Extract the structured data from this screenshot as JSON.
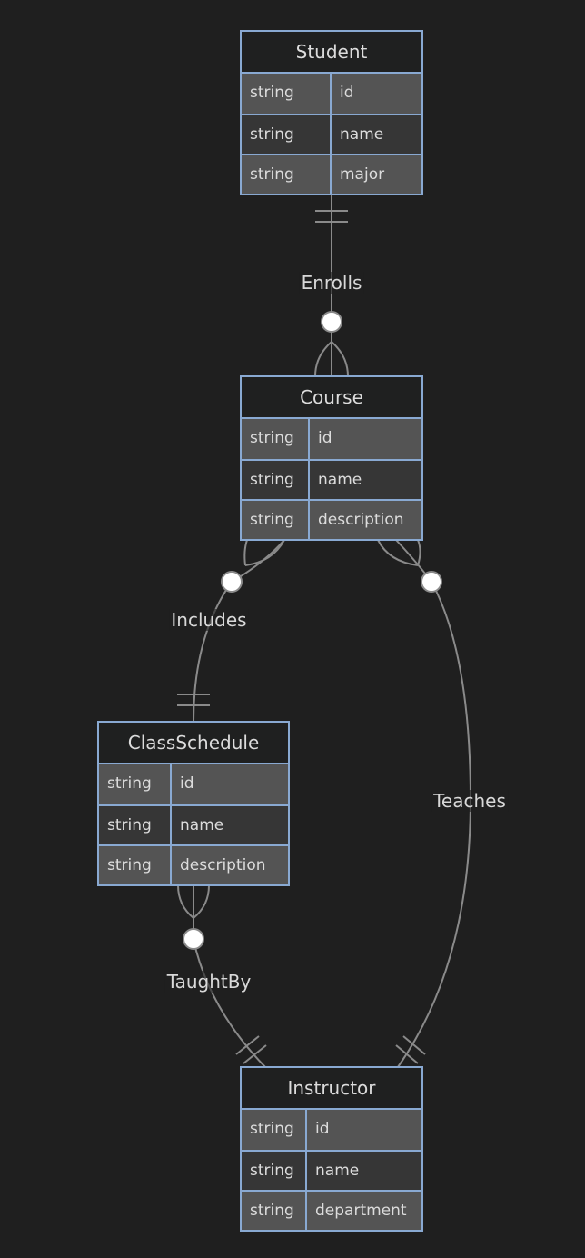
{
  "diagram": {
    "type": "entity-relationship",
    "colors": {
      "background": "#1f1f1f",
      "entity_border": "#89a9d2",
      "line": "#8a8a8a",
      "text": "#dcdcdc"
    },
    "entities": [
      {
        "name": "Student",
        "attributes": [
          {
            "type": "string",
            "name": "id"
          },
          {
            "type": "string",
            "name": "name"
          },
          {
            "type": "string",
            "name": "major"
          }
        ]
      },
      {
        "name": "Course",
        "attributes": [
          {
            "type": "string",
            "name": "id"
          },
          {
            "type": "string",
            "name": "name"
          },
          {
            "type": "string",
            "name": "description"
          }
        ]
      },
      {
        "name": "ClassSchedule",
        "attributes": [
          {
            "type": "string",
            "name": "id"
          },
          {
            "type": "string",
            "name": "name"
          },
          {
            "type": "string",
            "name": "description"
          }
        ]
      },
      {
        "name": "Instructor",
        "attributes": [
          {
            "type": "string",
            "name": "id"
          },
          {
            "type": "string",
            "name": "name"
          },
          {
            "type": "string",
            "name": "department"
          }
        ]
      }
    ],
    "relationships": [
      {
        "label": "Enrolls",
        "from": "Student",
        "to": "Course",
        "from_cardinality": "exactly-one",
        "to_cardinality": "zero-or-more"
      },
      {
        "label": "Includes",
        "from": "Course",
        "to": "ClassSchedule",
        "from_cardinality": "zero-or-more",
        "to_cardinality": "exactly-one"
      },
      {
        "label": "Teaches",
        "from": "Course",
        "to": "Instructor",
        "from_cardinality": "zero-or-more",
        "to_cardinality": "exactly-one"
      },
      {
        "label": "TaughtBy",
        "from": "ClassSchedule",
        "to": "Instructor",
        "from_cardinality": "zero-or-more",
        "to_cardinality": "exactly-one"
      }
    ]
  }
}
